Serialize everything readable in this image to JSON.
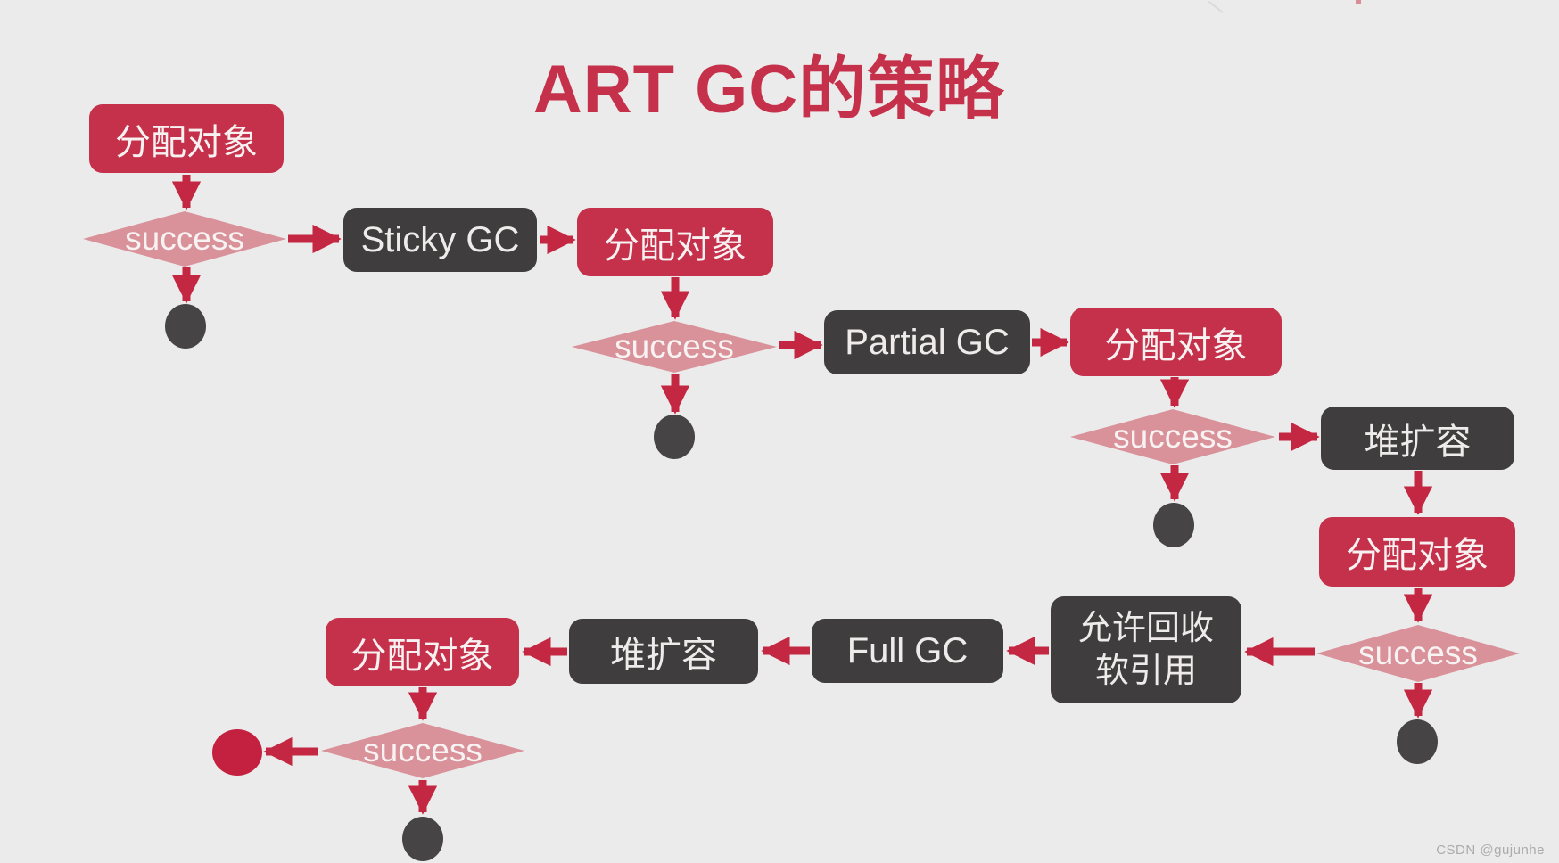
{
  "title": "ART GC的策略",
  "watermark": "CSDN @gujunhe",
  "colors": {
    "background": "#ECEBEB",
    "process_red": "#C5304A",
    "process_dark": "#403D3E",
    "decision_pink": "#D9929A",
    "arrow_red": "#C42742",
    "end_dot_dark": "#474445",
    "end_dot_red": "#C3213F",
    "node_text": "#F7F1F2",
    "title_red": "#C5304A",
    "watermark_gray": "#ABABAB"
  },
  "flowchart": {
    "nodes": [
      {
        "id": "allocate-object-1",
        "type": "process",
        "label": "分配对象"
      },
      {
        "id": "success-1",
        "type": "decision",
        "label": "success"
      },
      {
        "id": "end-dot-1",
        "type": "terminal-dark",
        "label": ""
      },
      {
        "id": "sticky-gc",
        "type": "process",
        "label": "Sticky GC"
      },
      {
        "id": "allocate-object-2",
        "type": "process",
        "label": "分配对象"
      },
      {
        "id": "success-2",
        "type": "decision",
        "label": "success"
      },
      {
        "id": "end-dot-2",
        "type": "terminal-dark",
        "label": ""
      },
      {
        "id": "partial-gc",
        "type": "process",
        "label": "Partial GC"
      },
      {
        "id": "allocate-object-3",
        "type": "process",
        "label": "分配对象"
      },
      {
        "id": "success-3",
        "type": "decision",
        "label": "success"
      },
      {
        "id": "end-dot-3",
        "type": "terminal-dark",
        "label": ""
      },
      {
        "id": "heap-expand-1",
        "type": "process",
        "label": "堆扩容"
      },
      {
        "id": "allocate-object-4",
        "type": "process",
        "label": "分配对象"
      },
      {
        "id": "success-4",
        "type": "decision",
        "label": "success"
      },
      {
        "id": "end-dot-4",
        "type": "terminal-dark",
        "label": ""
      },
      {
        "id": "allow-reclaim-soft-refs",
        "type": "process",
        "label": "允许回收软引用",
        "lines": [
          "允许回收",
          "软引用"
        ]
      },
      {
        "id": "full-gc",
        "type": "process",
        "label": "Full GC"
      },
      {
        "id": "heap-expand-2",
        "type": "process",
        "label": "堆扩容"
      },
      {
        "id": "allocate-object-5",
        "type": "process",
        "label": "分配对象"
      },
      {
        "id": "success-5",
        "type": "decision",
        "label": "success"
      },
      {
        "id": "end-dot-red",
        "type": "terminal-red",
        "label": ""
      },
      {
        "id": "end-dot-5",
        "type": "terminal-dark",
        "label": ""
      }
    ]
  }
}
